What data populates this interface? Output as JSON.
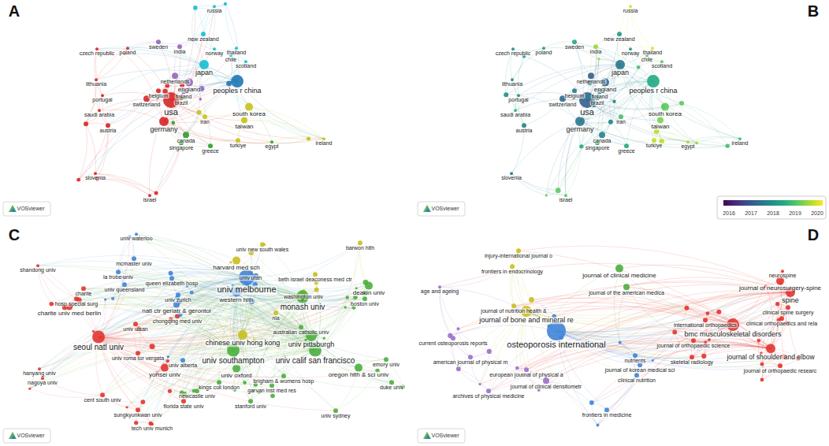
{
  "diagram": {
    "labels": [
      "A",
      "russia",
      "new zealand",
      "sweden",
      "india",
      "norway",
      "thailand",
      "chile",
      "scotland",
      "japan",
      "czech republic",
      "poland",
      "netherlands",
      "england",
      "finland",
      "lithuania",
      "belgium",
      "peoples r china",
      "brazil",
      "portugal",
      "switzerland",
      "usa",
      "saudi arabia",
      "south korea",
      "iran",
      "taiwan",
      "austria",
      "germany",
      "canada",
      "singapore",
      "turkiye",
      "egypt",
      "ireland",
      "greece",
      "slovenia",
      "israel",
      "VOSviewer",
      "B",
      "russia",
      "new zealand",
      "sweden",
      "india",
      "norway",
      "thailand",
      "chile",
      "scotland",
      "japan",
      "czech republic",
      "poland",
      "netherlands",
      "england",
      "finland",
      "lithuania",
      "belgium",
      "peoples r china",
      "brazil",
      "portugal",
      "switzerland",
      "usa",
      "saudi arabia",
      "south korea",
      "iran",
      "taiwan",
      "austria",
      "germany",
      "canada",
      "singapore",
      "turkiye",
      "egypt",
      "ireland",
      "greece",
      "slovenia",
      "israel",
      "2016",
      "2017",
      "2018",
      "2019",
      "2020",
      "VOSviewer",
      "C",
      "univ waterloo",
      "univ new south wales",
      "barwon hlth",
      "mcmaster univ",
      "harvard med sch",
      "la trobe univ",
      "univ utah",
      "beth israel deaconess med ctr",
      "queen elizabeth hosp",
      "univ queensland",
      "univ melbourne",
      "shandong univ",
      "charite",
      "western hlth",
      "washington univ",
      "deakin univ",
      "univ zurich",
      "hosp special surg",
      "boston univ",
      "monash univ",
      "natl ctr geriatr & gerontol",
      "nia",
      "charite univ med berlin",
      "chongqing med univ",
      "univ ulsan",
      "australian catholic univ",
      "seoul natl univ",
      "chinese univ hong kong",
      "univ pittsburgh",
      "univ roma tor vergata",
      "univ alberta",
      "emory univ",
      "univ southampton",
      "univ calif san francisco",
      "yonsei univ",
      "hanyang univ",
      "oregon hlth & sci univ",
      "univ oxford",
      "brigham & womens hosp",
      "nagoya univ",
      "kings coll london",
      "garvan inst med res",
      "duke univ",
      "newcastle univ",
      "cent south univ",
      "florida state univ",
      "stanford univ",
      "sungkyunkwan univ",
      "univ sydney",
      "tech univ munich",
      "VOSviewer",
      "D",
      "neurospine",
      "injury-international journal o",
      "frontiers in endocrinology",
      "journal of clinical medicine",
      "journal of neurosurgery-spine",
      "age and ageing",
      "journal of the american medica",
      "spine",
      "journal of nutrition health &",
      "clinical spine surgery",
      "journal of bone and mineral re",
      "clinical orthopaedics and rela",
      "international orthopaedics",
      "bmc musculoskeletal disorders",
      "osteoporosis international",
      "journal of orthopaedic science",
      "current osteoporosis reports",
      "journal of shoulder and elbow",
      "skeletal radiology",
      "american journal of physical m",
      "nutrients",
      "journal of korean medical sci",
      "journal of orthopaedic researc",
      "european journal of physical a",
      "clinical nutrition",
      "journal of clinical densitometr",
      "archives of physical medicine",
      "frontiers in medicine",
      "VOSviewer"
    ]
  }
}
